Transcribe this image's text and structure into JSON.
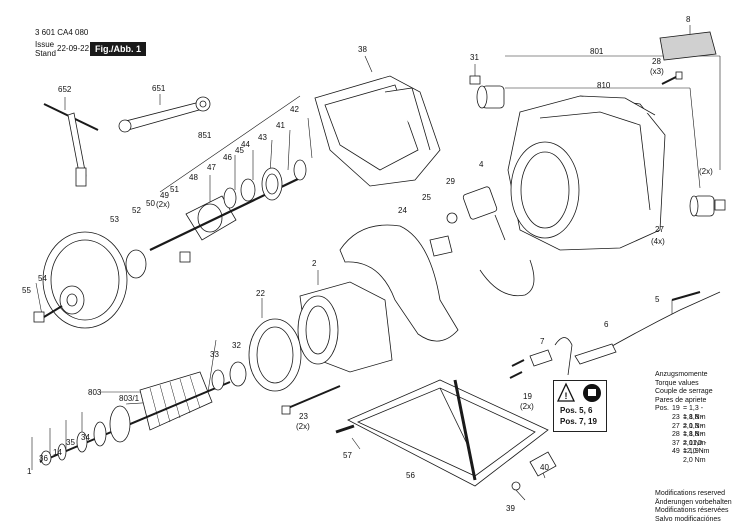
{
  "header": {
    "doc_number": "3 601 CA4 080",
    "issue_label": "Issue",
    "stand_label": "Stand",
    "date": "22-09-22",
    "figure": "Fig./Abb. 1"
  },
  "callouts": [
    "652",
    "651",
    "38",
    "8",
    "31",
    "801",
    "28",
    "(x3)",
    "810",
    "851",
    "42",
    "41",
    "43",
    "44",
    "45",
    "46",
    "47",
    "48",
    "52",
    "49",
    "(2x)",
    "51",
    "50",
    "53",
    "29",
    "4",
    "25",
    "24",
    "27",
    "(4x)",
    "(2x)",
    "54",
    "55",
    "2",
    "22",
    "5",
    "7",
    "6",
    "33",
    "32",
    "803",
    "803/1",
    "34",
    "35",
    "14",
    "36",
    "1",
    "23",
    "(2x)",
    "19",
    "(2x)",
    "57",
    "56",
    "40",
    "39"
  ],
  "torque": {
    "title_lines": [
      "Anzugsmomente",
      "Torque values",
      "Couple de serrage",
      "Pares de apriete"
    ],
    "pos_label": "Pos.",
    "rows": [
      {
        "pos": "19",
        "value": "= 1,3 - 1,8 Nm"
      },
      {
        "pos": "23",
        "value": "= 1,8 - 2,0 Nm"
      },
      {
        "pos": "27",
        "value": "= 1,3 - 1,8 Nm"
      },
      {
        "pos": "28",
        "value": "= 1,8 - 2,0 Nm"
      },
      {
        "pos": "37",
        "value": "= 11,0 - 12,0 Nm"
      },
      {
        "pos": "49",
        "value": "= 1,9 - 2,0 Nm"
      }
    ]
  },
  "warning_badge": {
    "line1": "Pos. 5, 6",
    "line2": "Pos. 7, 19"
  },
  "modifications": [
    "Modifications reserved",
    "Änderungen vorbehalten",
    "Modifications réservées",
    "Salvo modificaciónes"
  ]
}
